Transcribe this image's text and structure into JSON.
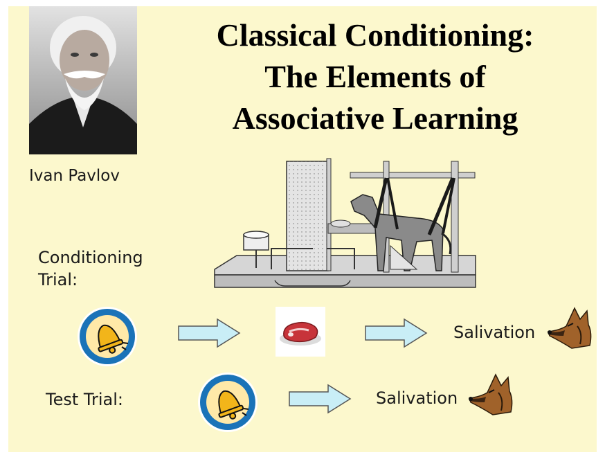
{
  "slide": {
    "title_lines": [
      "Classical Conditioning:",
      "The Elements of",
      "Associative Learning"
    ],
    "portrait_caption": "Ivan Pavlov",
    "conditioning_label_line1": "Conditioning",
    "conditioning_label_line2": "Trial:",
    "test_label": "Test Trial:",
    "salivation_text_1": "Salivation",
    "salivation_text_2": "Salivation"
  },
  "icons": {
    "bell": "bell-icon",
    "meat": "steak-icon",
    "dog": "dog-head-icon",
    "arrow": "right-arrow-icon"
  },
  "colors": {
    "background": "#fcf8cd",
    "arrow_fill": "#c9eef6",
    "bell_circle": "#1a73b8",
    "bell_gold": "#f2b51a"
  }
}
